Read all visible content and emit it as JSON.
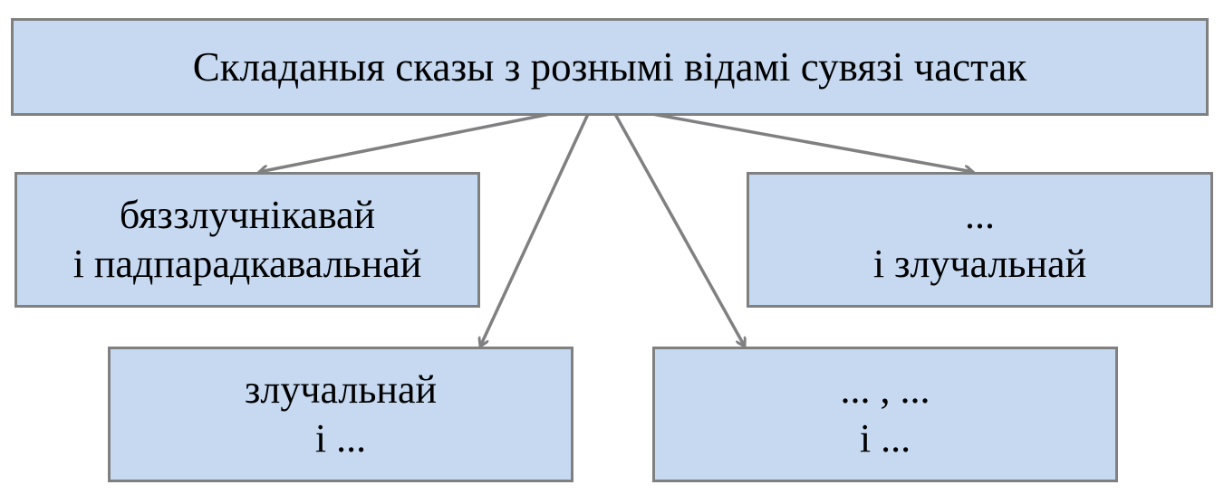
{
  "colors": {
    "box_fill": "#c6d9f1",
    "box_border": "#808080",
    "arrow": "#808080",
    "text": "#000000"
  },
  "top_box": {
    "text": "Складаныя сказы з рознымі відамі сувязі частак"
  },
  "middle_left_box": {
    "line1": "бяззлучнікавай",
    "line2": "і падпарадкавальнай"
  },
  "middle_right_box": {
    "line1": "...",
    "line2": "і злучальнай"
  },
  "bottom_left_box": {
    "line1": "злучальнай",
    "line2": "і ..."
  },
  "bottom_right_box": {
    "line1": "... , ...",
    "line2": "і ..."
  }
}
